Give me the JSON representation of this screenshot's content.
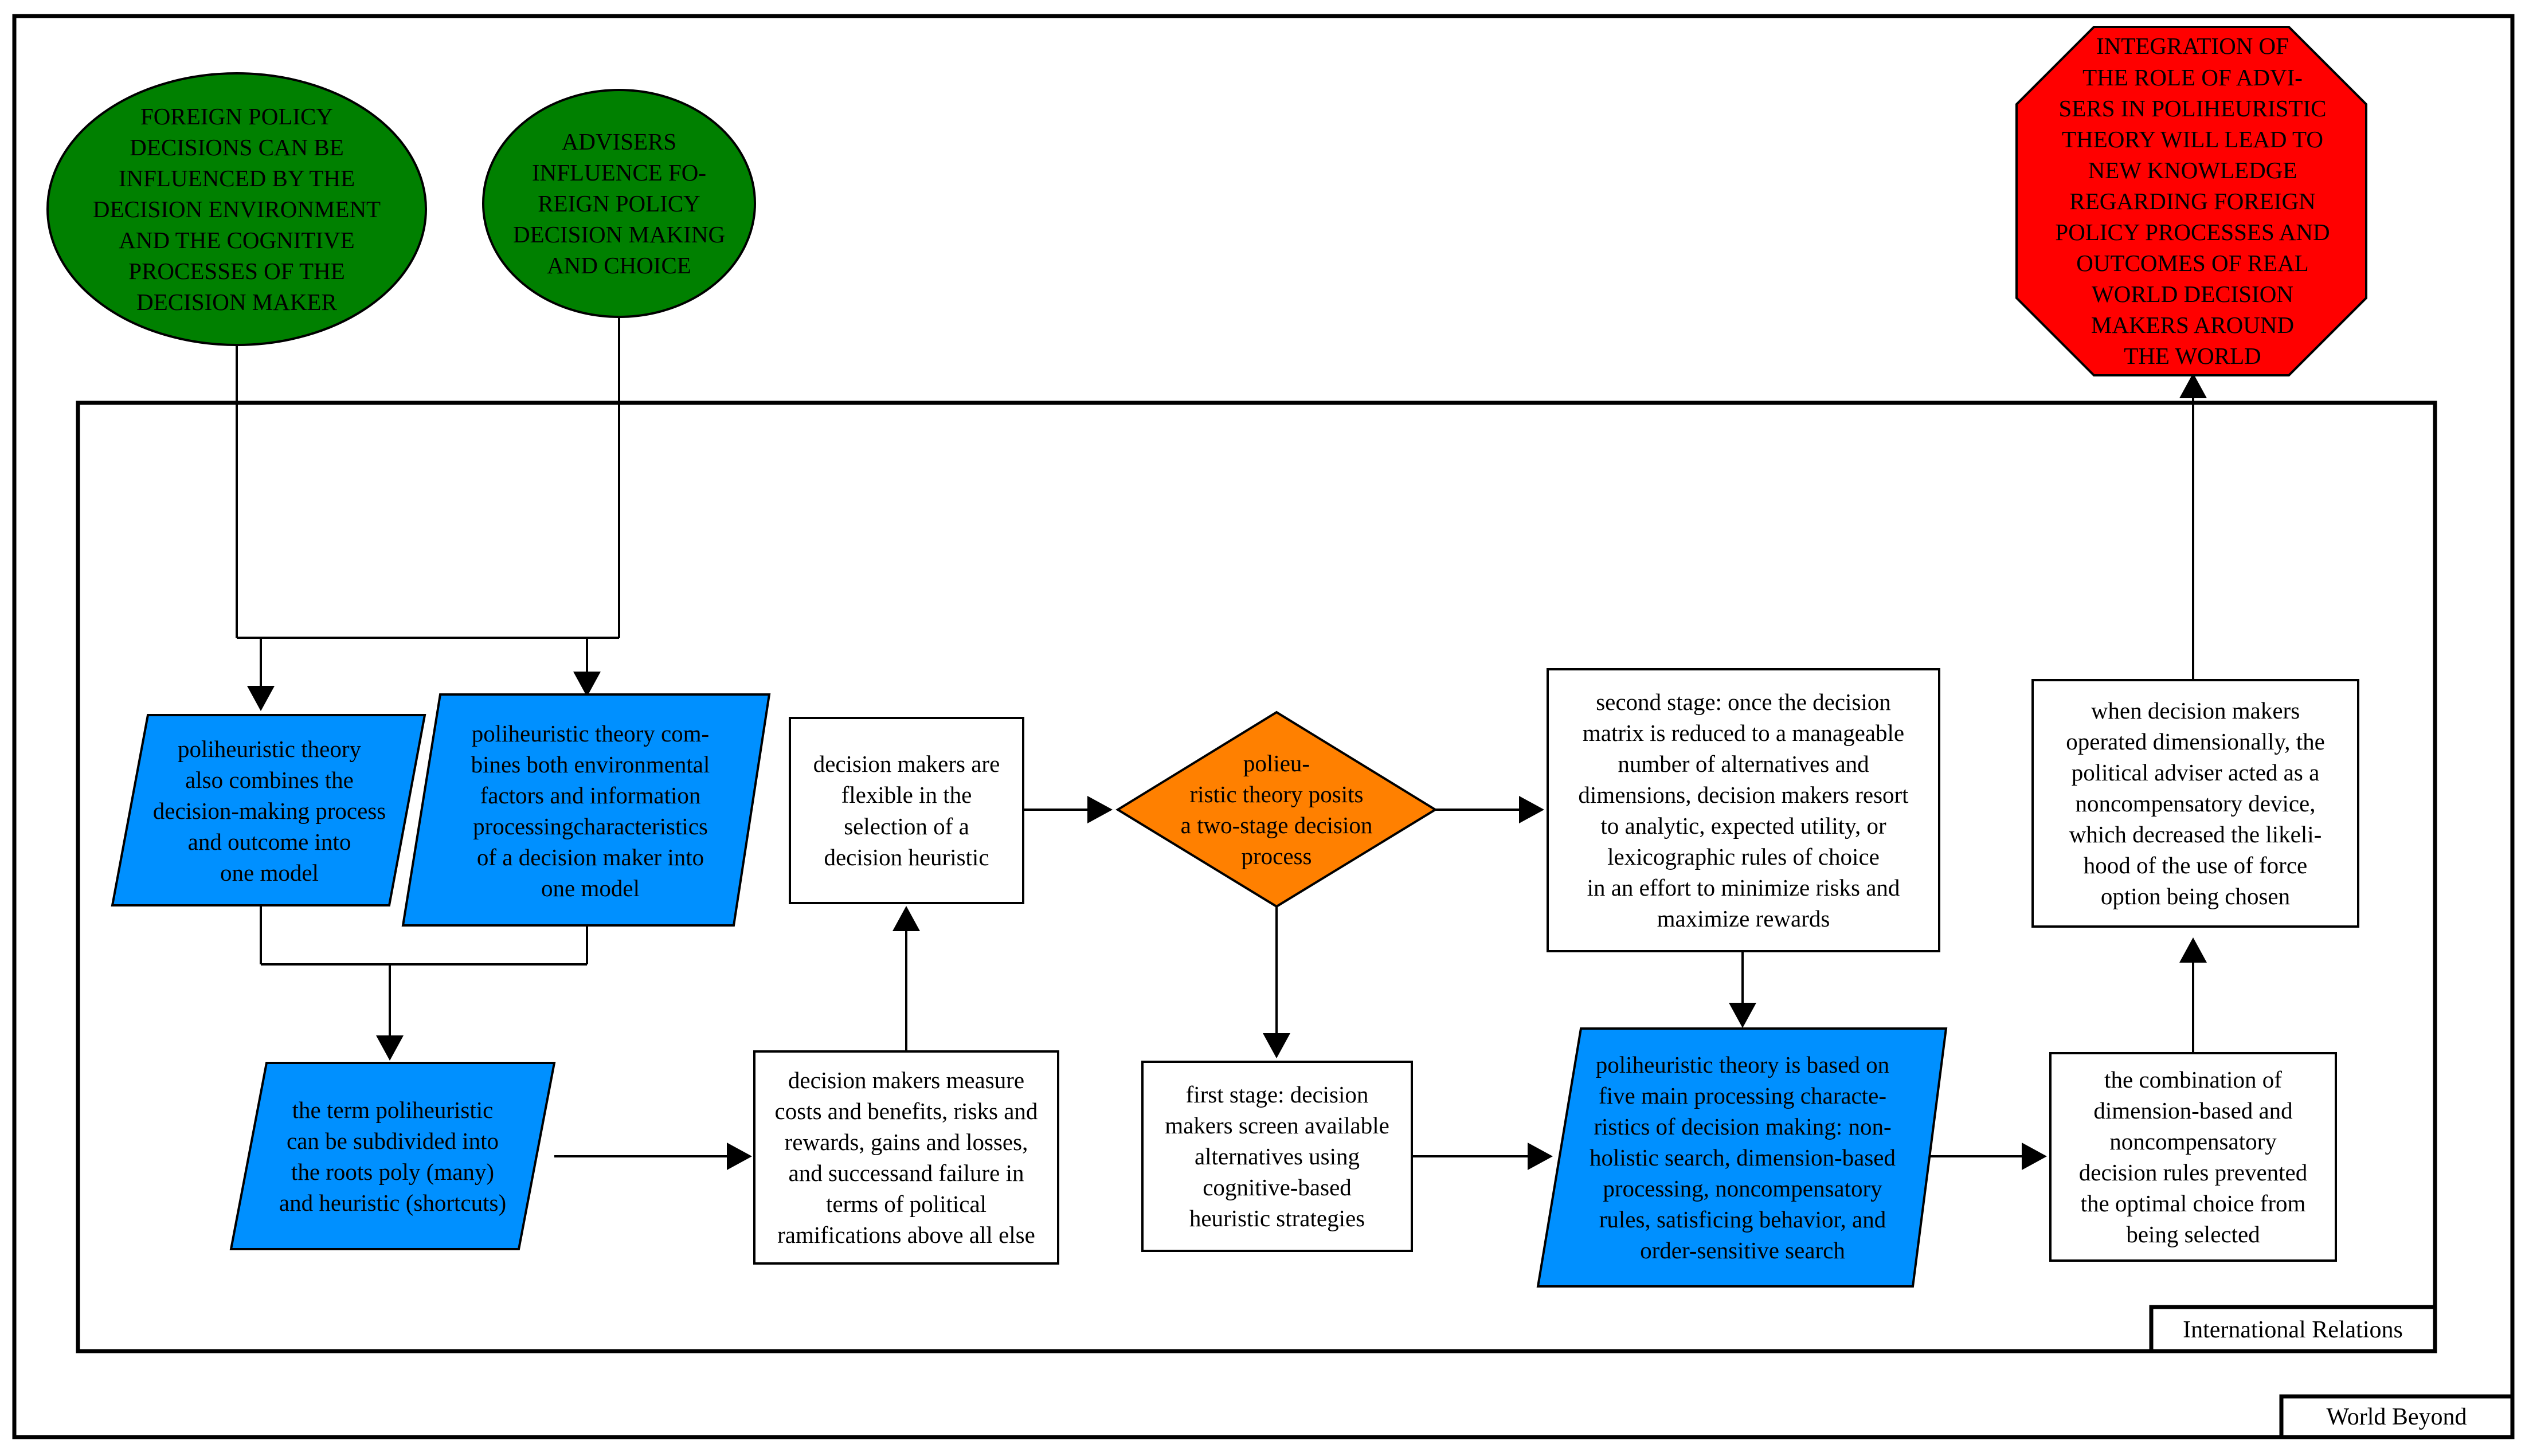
{
  "colors": {
    "green_ellipse": "#008000",
    "blue_parallelogram": "#0090ff",
    "orange_diamond": "#ff8000",
    "red_octagon": "#ff0000",
    "stroke": "#000000",
    "box_fill": "#ffffff"
  },
  "frames": {
    "outer_label": "World Beyond",
    "inner_label": "International Relations"
  },
  "nodes": {
    "ellipse_foreign_policy": "FOREIGN POLICY\nDECISIONS CAN BE\nINFLUENCED BY THE\nDECISION ENVIRONMENT\nAND THE COGNITIVE\nPROCESSES OF THE\nDECISION MAKER",
    "ellipse_advisers": "ADVISERS\nINFLUENCE FO-\nREIGN POLICY\nDECISION MAKING\nAND CHOICE",
    "octagon_integration": "INTEGRATION OF\nTHE ROLE OF ADVI-\nSERS IN POLIHEURISTIC\nTHEORY WILL LEAD TO\nNEW KNOWLEDGE\nREGARDING FOREIGN\nPOLICY PROCESSES AND\nOUTCOMES OF REAL\nWORLD DECISION\nMAKERS AROUND\nTHE WORLD",
    "para_combines_process": "poliheuristic theory\nalso combines the\ndecision-making process\nand outcome into\none model",
    "para_combines_factors": "poliheuristic theory com-\nbines both environmental\nfactors and information\nprocessingcharacteristics\nof a decision maker into\none model",
    "para_term": "the term poliheuristic\ncan be subdivided into\nthe roots poly (many)\nand heuristic (shortcuts)",
    "box_flexible": "decision makers are\nflexible in the\nselection of a\ndecision heuristic",
    "box_measure": "decision makers measure\ncosts and benefits, risks and\nrewards, gains and losses,\nand successand failure in\nterms of political\nramifications above all else",
    "diamond_two_stage": "polieu-\nristic theory posits\na two-stage decision\nprocess",
    "box_first_stage": "first stage: decision\nmakers screen available\nalternatives using\ncognitive-based\nheuristic strategies",
    "box_second_stage": "second stage: once the decision\nmatrix is reduced to a manageable\nnumber of alternatives and\ndimensions, decision makers resort\nto analytic, expected utility, or\nlexicographic rules of choice\nin an effort to minimize risks and\nmaximize rewards",
    "para_five_characteristics": "poliheuristic theory is based on\nfive main processing characte-\nristics of decision making: non-\nholistic search, dimension-based\nprocessing, noncompensatory\nrules, satisficing behavior, and\norder-sensitive search",
    "box_combination": "the combination of\ndimension-based and\nnoncompensatory\ndecision rules prevented\nthe optimal choice from\nbeing selected",
    "box_adviser_device": "when decision makers\noperated dimensionally, the\npolitical adviser acted as a\nnoncompensatory device,\nwhich decreased the likeli-\nhood of the use of force\noption being chosen"
  }
}
